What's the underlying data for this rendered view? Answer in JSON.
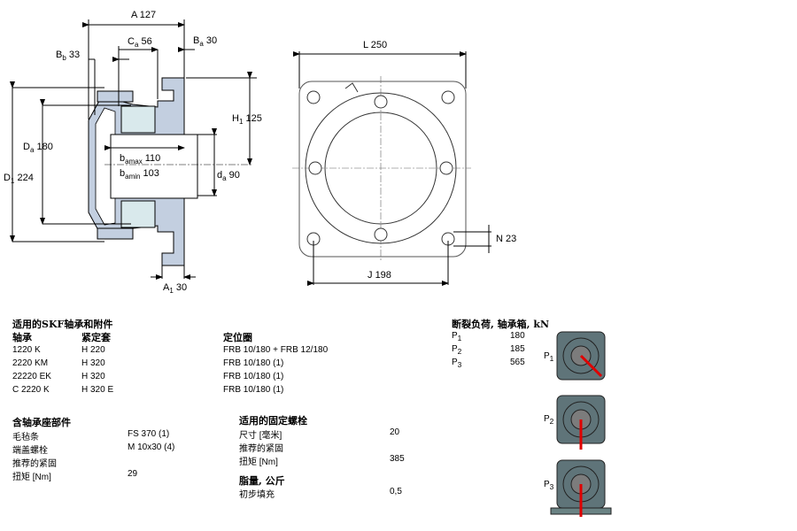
{
  "drawing": {
    "side_view": {
      "A": {
        "label": "A",
        "value": "127"
      },
      "Ca": {
        "label": "C",
        "sub": "a",
        "value": "56"
      },
      "Ba": {
        "label": "B",
        "sub": "a",
        "value": "30"
      },
      "Bb": {
        "label": "B",
        "sub": "b",
        "value": "33"
      },
      "H1": {
        "label": "H",
        "sub": "1",
        "value": "125"
      },
      "Da": {
        "label": "D",
        "sub": "a",
        "value": "180"
      },
      "D1": {
        "label": "D",
        "sub": "1",
        "value": "224"
      },
      "bamax": {
        "label": "b",
        "sub": "amax",
        "value": "110"
      },
      "bamin": {
        "label": "b",
        "sub": "amin",
        "value": "103"
      },
      "da": {
        "label": "d",
        "sub": "a",
        "value": "90"
      },
      "A1": {
        "label": "A",
        "sub": "1",
        "value": "30"
      }
    },
    "front_view": {
      "L": {
        "label": "L",
        "value": "250"
      },
      "J": {
        "label": "J",
        "value": "198"
      },
      "N": {
        "label": "N",
        "value": "23"
      }
    }
  },
  "bearings": {
    "title": "适用的SKF轴承和附件",
    "headers": {
      "bearing": "轴承",
      "sleeve": "紧定套",
      "ring": "定位圈"
    },
    "rows": [
      {
        "bearing": "1220 K",
        "sleeve": "H 220",
        "ring": "FRB 10/180 + FRB 12/180"
      },
      {
        "bearing": "2220 KM",
        "sleeve": "H 320",
        "ring": "FRB 10/180  (1)"
      },
      {
        "bearing": "22220 EK",
        "sleeve": "H 320",
        "ring": "FRB 10/180  (1)"
      },
      {
        "bearing": "C 2220 K",
        "sleeve": "H 320 E",
        "ring": "FRB 10/180  (1)"
      }
    ]
  },
  "housing_parts": {
    "title": "含轴承座部件",
    "rows": [
      {
        "label": "毛毡条",
        "value": "FS 370  (1)"
      },
      {
        "label": "端盖螺栓",
        "value": "M 10x30  (4)"
      },
      {
        "label": "推荐的紧固",
        "value": ""
      },
      {
        "label": "扭矩 [Nm]",
        "value": "29"
      }
    ]
  },
  "fixing_bolts": {
    "title": "适用的固定螺栓",
    "rows": [
      {
        "label": "尺寸 [毫米]",
        "value": "20"
      },
      {
        "label": "推荐的紧固",
        "value": ""
      },
      {
        "label": "扭矩 [Nm]",
        "value": "385"
      }
    ]
  },
  "grease": {
    "title": "脂量, 公斤",
    "rows": [
      {
        "label": "初步填充",
        "value": "0,5"
      }
    ]
  },
  "breaking_load": {
    "title": "断裂负荷, 轴承箱, kN",
    "rows": [
      {
        "label": "P",
        "sub": "1",
        "value": "180"
      },
      {
        "label": "P",
        "sub": "2",
        "value": "185"
      },
      {
        "label": "P",
        "sub": "3",
        "value": "565"
      }
    ],
    "icons": [
      {
        "label": "P",
        "sub": "1",
        "direction": "diagonal"
      },
      {
        "label": "P",
        "sub": "2",
        "direction": "down"
      },
      {
        "label": "P",
        "sub": "3",
        "direction": "down-on-base"
      }
    ],
    "arrow_color": "#e00000",
    "housing_color": "#5f7479"
  }
}
